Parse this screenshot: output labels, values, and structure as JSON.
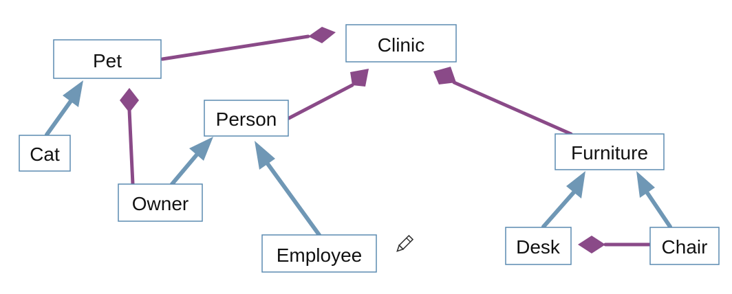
{
  "colors": {
    "composition": "#8a4a88",
    "inheritance": "#6f97b5",
    "box_border": "#5a8ab0",
    "text": "#111111"
  },
  "classes": {
    "pet": "Pet",
    "clinic": "Clinic",
    "person": "Person",
    "cat": "Cat",
    "owner": "Owner",
    "employee": "Employee",
    "furniture": "Furniture",
    "desk": "Desk",
    "chair": "Chair"
  },
  "compositions": [
    {
      "whole": "Clinic",
      "part": "Pet"
    },
    {
      "whole": "Clinic",
      "part": "Person"
    },
    {
      "whole": "Clinic",
      "part": "Furniture"
    },
    {
      "whole": "Pet",
      "part": "Owner"
    },
    {
      "whole": "Desk",
      "part": "Chair"
    }
  ],
  "inheritances": [
    {
      "child": "Cat",
      "parent": "Pet"
    },
    {
      "child": "Owner",
      "parent": "Person"
    },
    {
      "child": "Employee",
      "parent": "Person"
    },
    {
      "child": "Desk",
      "parent": "Furniture"
    },
    {
      "child": "Chair",
      "parent": "Furniture"
    }
  ],
  "icons": {
    "annotation": "pencil-icon"
  }
}
